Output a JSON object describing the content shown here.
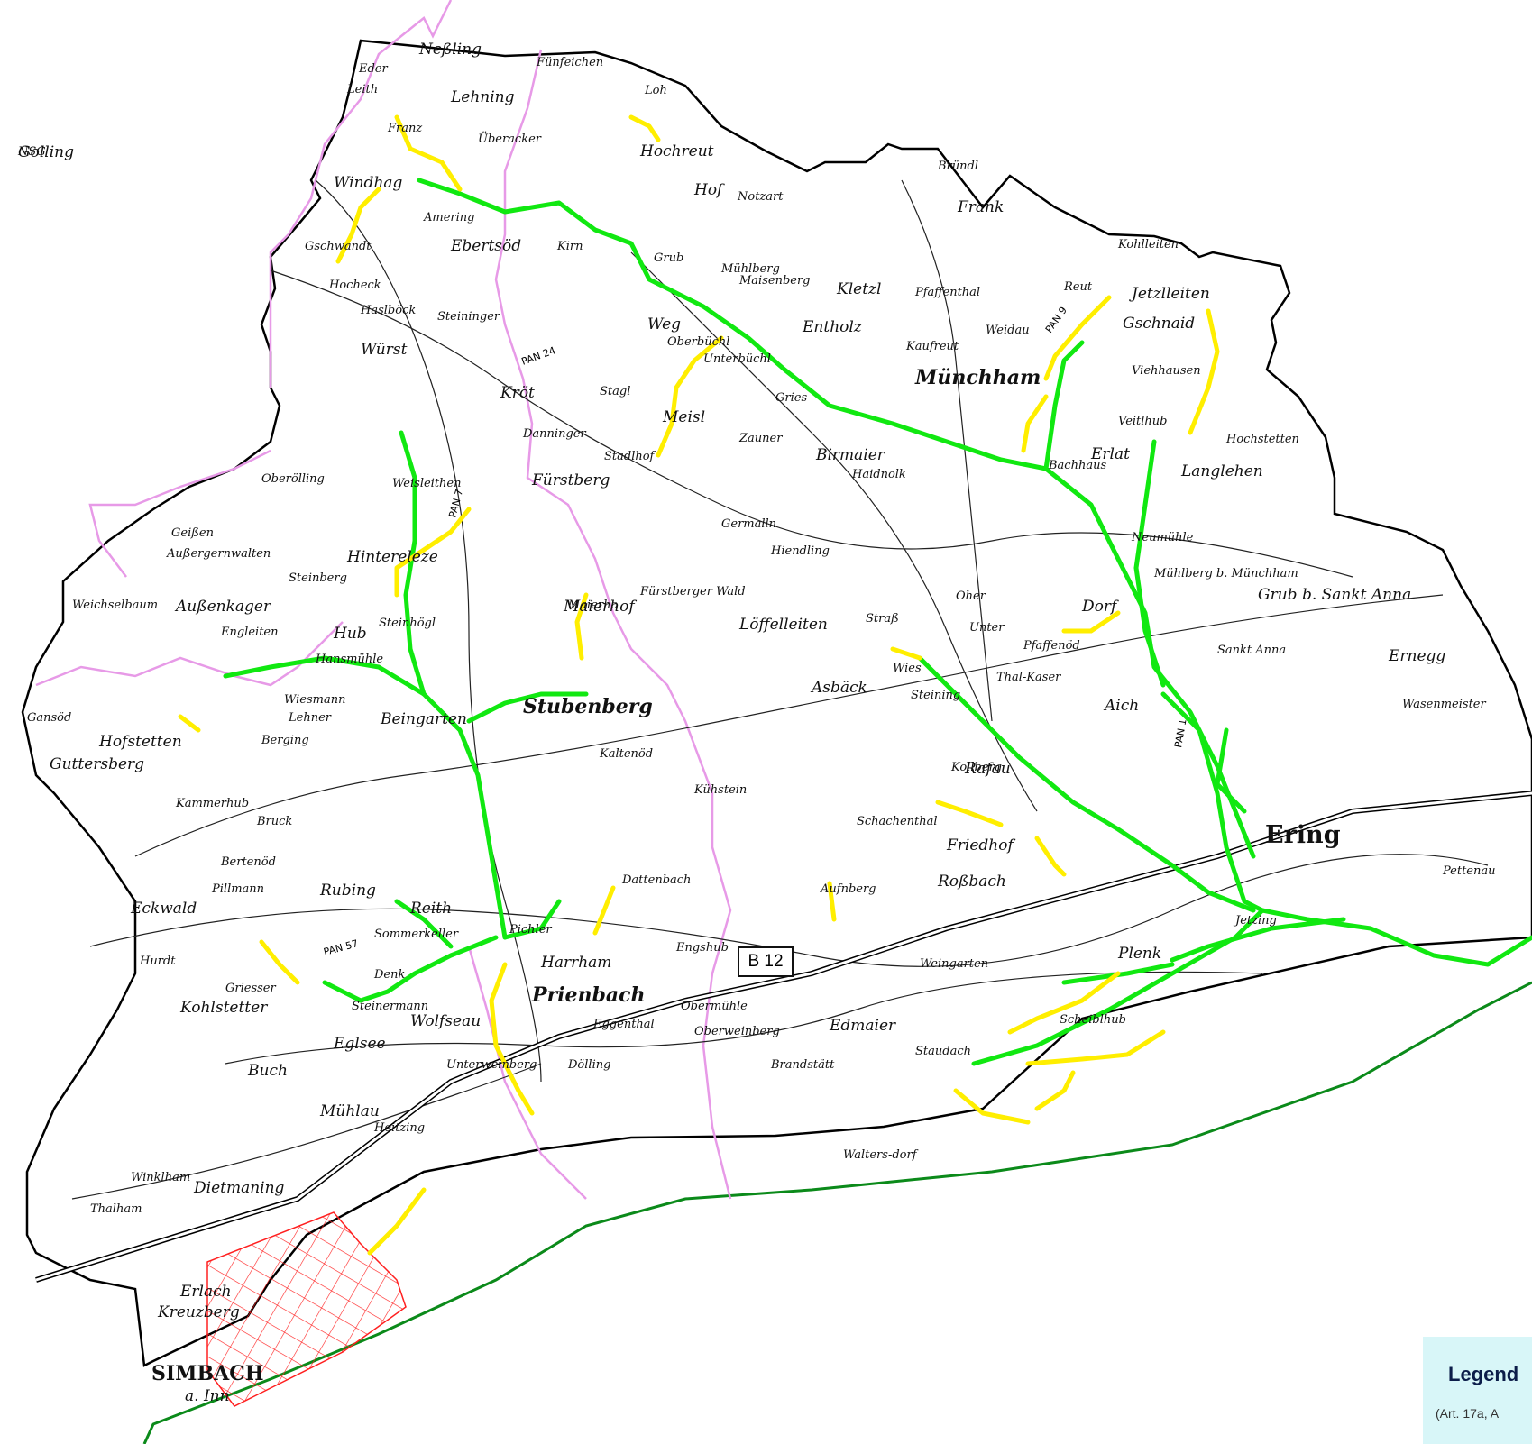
{
  "map": {
    "colors": {
      "boundary": "#000000",
      "paths_main": "#11e811",
      "paths_secondary": "#ffee00",
      "district_border": "#e79ae7",
      "protected_area": "#ff2020",
      "river_edge": "#0b8a1a"
    },
    "places_large": [
      "Ering",
      "Stubenberg",
      "Prienbach",
      "Münchham",
      "Erlach",
      "Kreuzberg",
      "SIMBACH",
      "a. Inn"
    ],
    "places": [
      "Neßling",
      "Eder",
      "Leith",
      "Lehning",
      "Fünfeichen",
      "Loh",
      "Hochreut",
      "Franz",
      "Überacker",
      "Windhag",
      "Amering",
      "Gschwandt",
      "Ebertsöd",
      "Kirn",
      "Grub",
      "Hof",
      "Notzart",
      "Bründl",
      "Frank",
      "Hocheck",
      "Haslböck",
      "Würst",
      "Mühlberg",
      "Maisenberg",
      "Kletzl",
      "Pfaffenthal",
      "Reut",
      "Jetzlleiten",
      "Kohlleiten",
      "Steininger",
      "Weg",
      "Oberbüchl",
      "Unterbüchl",
      "Entholz",
      "Kaufreut",
      "Weidau",
      "Gschnaid",
      "Viehhausen",
      "Stagl",
      "Kröt",
      "Gries",
      "Zauner",
      "Meisl",
      "Danninger",
      "Stadlhof",
      "Birmaier",
      "Haidnolk",
      "Bachhaus",
      "Erlat",
      "Veitlhub",
      "Hochstetten",
      "Langlehen",
      "Oberölling",
      "Weisleithen",
      "Fürstberg",
      "Germalln",
      "Hiendling",
      "Maierhof",
      "Neumühle",
      "Mühlberg b. Münchham",
      "Grub b. Sankt Anna",
      "Geißen",
      "Außergernwalten",
      "Hintereleze",
      "Steinberg",
      "Fürstberger Wald",
      "Außenkager",
      "Weichselbaum",
      "Engleiten",
      "Hub",
      "Steinhögl",
      "Maierho",
      "Löffelleiten",
      "Straß",
      "Oher",
      "Dorf",
      "Pfaffenöd",
      "Sankt Anna",
      "Ernegg",
      "Unter",
      "Wies",
      "Asbäck",
      "Steining",
      "Thal-Kaser",
      "Aich",
      "Wasenmeister",
      "Gansöd",
      "Hofstetten",
      "Wiesmann",
      "Lehner",
      "Beingarten",
      "Berging",
      "Kaltenöd",
      "Rafau",
      "Kühstein",
      "Kollberg",
      "Guttersberg",
      "Kammerhub",
      "Hansmühle",
      "Eckwald",
      "Bruck",
      "Schachenthal",
      "Friedhof",
      "Bertenöd",
      "Pillmann",
      "Rubing",
      "Dattenbach",
      "Aufnberg",
      "Roßbach",
      "Pettenau",
      "Jetzing",
      "Reith",
      "Sommerkeller",
      "Pichler",
      "Harrham",
      "Engshub",
      "Weingarten",
      "Plenk",
      "Hurdt",
      "Griesser",
      "Kohlstetter",
      "Denk",
      "Steinermann",
      "Wolfseau",
      "Obermühle",
      "Oberweinberg",
      "Edmaier",
      "Staudach",
      "Scheiblhub",
      "Eglsee",
      "Eggenthal",
      "Unterweinberg",
      "Buch",
      "Dölling",
      "Brandstätt",
      "Mühlau",
      "Heitzing",
      "Winklham",
      "Dietmaning",
      "Thalham",
      "Walters-dorf",
      "Golling",
      "NSG"
    ],
    "road_labels": [
      "PAN 7",
      "PAN 24",
      "PAN 9",
      "PAN 57",
      "PAN 1"
    ],
    "route_shield": "B 12"
  },
  "legend": {
    "title": "Legend",
    "subtitle": "(Art. 17a, A"
  }
}
